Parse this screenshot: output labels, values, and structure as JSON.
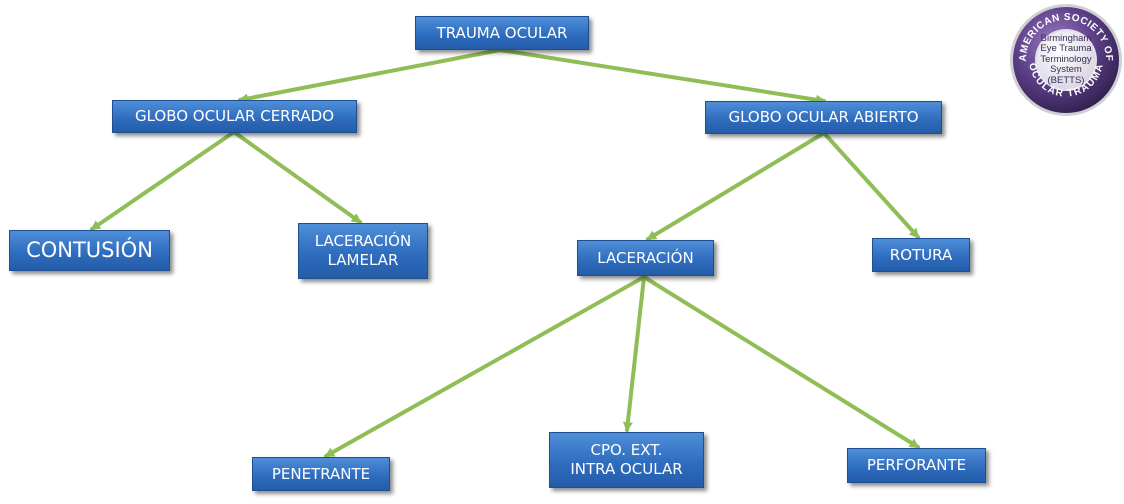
{
  "nodes": [
    {
      "id": "trauma",
      "label": "TRAUMA  OCULAR"
    },
    {
      "id": "cerrado",
      "label": "GLOBO OCULAR CERRADO"
    },
    {
      "id": "abierto",
      "label": "GLOBO OCULAR ABIERTO"
    },
    {
      "id": "contusion",
      "label": "CONTUSIÓN"
    },
    {
      "id": "lac_lamelar",
      "label": "LACERACIÓN\nLAMELAR"
    },
    {
      "id": "laceracion",
      "label": "LACERACIÓN"
    },
    {
      "id": "rotura",
      "label": "ROTURA"
    },
    {
      "id": "penetrante",
      "label": "PENETRANTE"
    },
    {
      "id": "cpo_ext",
      "label": "CPO. EXT.\nINTRA OCULAR"
    },
    {
      "id": "perforante",
      "label": "PERFORANTE"
    }
  ],
  "edges": [
    {
      "from": "trauma",
      "to": "cerrado"
    },
    {
      "from": "trauma",
      "to": "abierto"
    },
    {
      "from": "cerrado",
      "to": "contusion"
    },
    {
      "from": "cerrado",
      "to": "lac_lamelar"
    },
    {
      "from": "abierto",
      "to": "laceracion"
    },
    {
      "from": "abierto",
      "to": "rotura"
    },
    {
      "from": "laceracion",
      "to": "penetrante"
    },
    {
      "from": "laceracion",
      "to": "cpo_ext"
    },
    {
      "from": "laceracion",
      "to": "perforante"
    }
  ],
  "logo": {
    "ring_text_top": "AMERICAN SOCIETY OF",
    "ring_text_bottom": "OCULAR TRAUMA",
    "center_lines": [
      "Birmingham",
      "Eye Trauma",
      "Terminology",
      "System",
      "(BETTS)"
    ]
  },
  "colors": {
    "node_fill": "#2f6dbf",
    "edge": "#8fbd56",
    "logo_ring": "#5b3f86"
  }
}
